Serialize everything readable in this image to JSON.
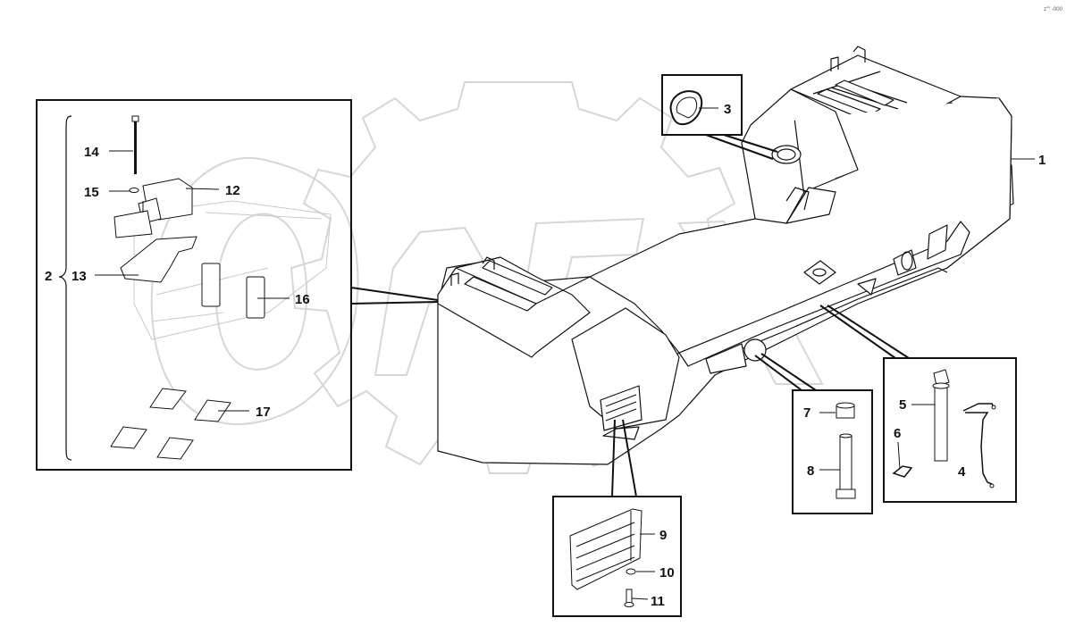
{
  "figure": {
    "corner_code": "z\"\" -000",
    "watermark": "OPEX"
  },
  "callouts": {
    "c1": "1",
    "c2": "2",
    "c3": "3",
    "c4": "4",
    "c5": "5",
    "c6": "6",
    "c7": "7",
    "c8": "8",
    "c9": "9",
    "c10": "10",
    "c11": "11",
    "c12": "12",
    "c13": "13",
    "c14": "14",
    "c15": "15",
    "c16": "16",
    "c17": "17"
  },
  "colors": {
    "line": "#111111",
    "watermark": "#d6d6d6"
  }
}
